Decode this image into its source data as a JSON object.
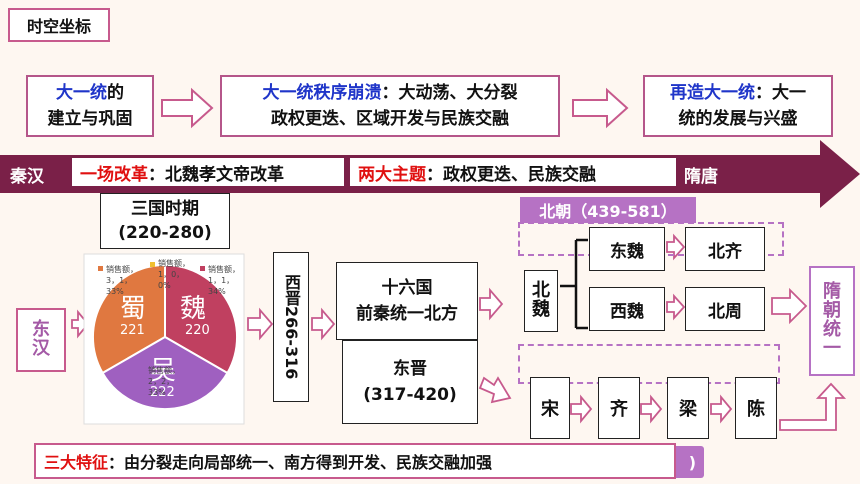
{
  "header": {
    "title": "时空坐标"
  },
  "top_flow": [
    {
      "hl": "大一统",
      "rest": "的",
      "line2": "建立与巩固"
    },
    {
      "hl": "大一统秩序崩溃",
      "rest": "：大动荡、大分裂",
      "line2": "政权更迭、区域开发与民族交融"
    },
    {
      "hl": "再造大一统",
      "rest": "：大一",
      "line2": "统的发展与兴盛"
    }
  ],
  "band": {
    "left": "秦汉",
    "reform_hl": "一场改革",
    "reform_rest": "：北魏孝文帝改革",
    "theme_hl": "两大主题",
    "theme_rest": "：政权更迭、民族交融",
    "right": "隋唐"
  },
  "three_kingdoms": {
    "line1": "三国时期",
    "line2": "(220-280)"
  },
  "pie": {
    "labels": {
      "shu": "蜀",
      "wei": "魏",
      "wu": "吴"
    },
    "overlay": [
      "221",
      "220",
      "222"
    ],
    "legend_text": [
      "销售额，3，1，33%",
      "销售额，1，0，0%",
      "销售额，1，1，34%",
      "销售额，2，2，33%"
    ],
    "colors": {
      "shu": "#e07840",
      "wei": "#c04060",
      "wu": "#9f60c0"
    }
  },
  "donghan": [
    "东",
    "汉"
  ],
  "xijin": "西晋266-316",
  "sixteen": {
    "line1": "十六国",
    "line2": "前秦统一北方"
  },
  "dongjin": {
    "line1": "东晋",
    "line2": "(317-420)"
  },
  "beichao": "北朝（439-581）",
  "beiwei": [
    "北",
    "魏"
  ],
  "north": {
    "dongwei": "东魏",
    "beiqi": "北齐",
    "xiwei": "西魏",
    "beizhou": "北周"
  },
  "south": [
    "宋",
    "齐",
    "梁",
    "陈"
  ],
  "suichao": [
    "隋",
    "朝",
    "统",
    "一"
  ],
  "bottom": {
    "hl": "三大特征",
    "rest": "：由分裂走向局部统一、南方得到开发、民族交融加强",
    "tail": ")"
  }
}
